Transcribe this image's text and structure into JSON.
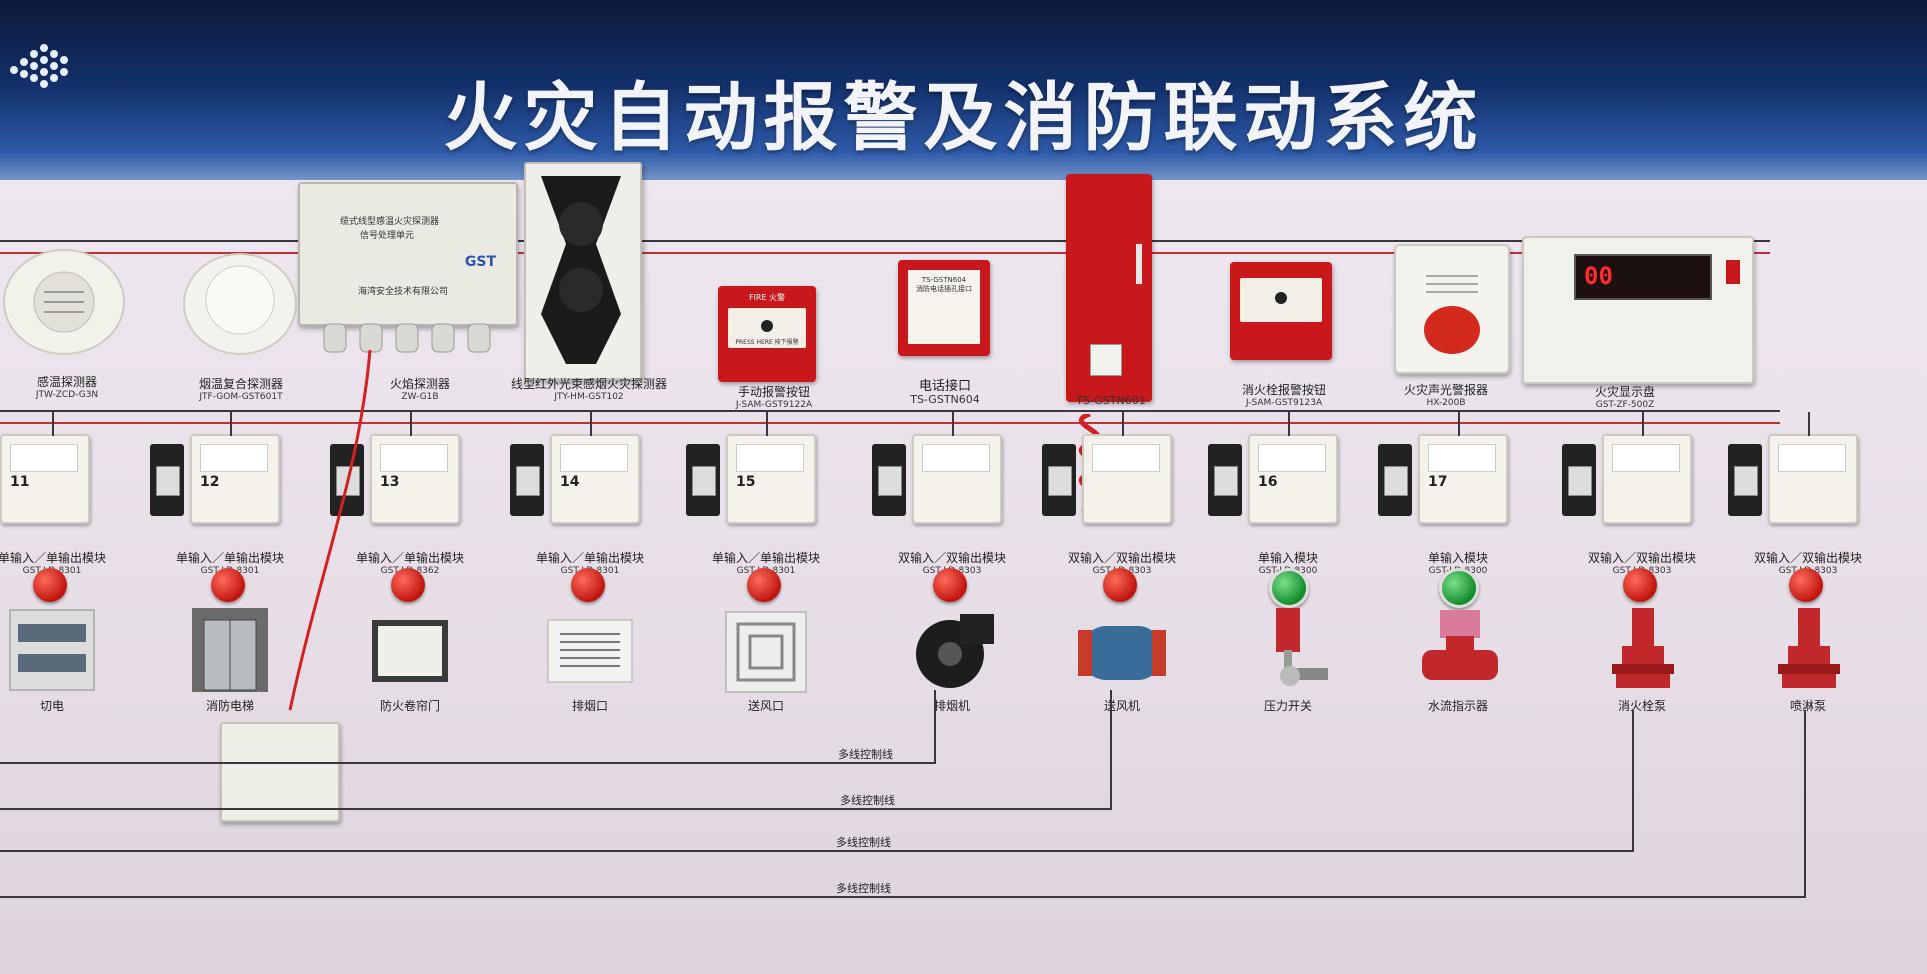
{
  "banner": {
    "title": "火灾自动报警及消防联动系统"
  },
  "top_devices": [
    {
      "name": "感温探测器",
      "model": "JTW-ZCD-G3N"
    },
    {
      "name": "烟温复合探测器",
      "model": "JTF-GOM-GST601T"
    },
    {
      "name": "火焰探测器",
      "model": "ZW-G1B"
    },
    {
      "name": "线型红外光束感烟火灾探测器",
      "model": "JTY-HM-GST102"
    },
    {
      "name": "手动报警按钮",
      "model": "J-SAM-GST9122A"
    },
    {
      "name": "电话接口",
      "model": "TS-GSTN604"
    },
    {
      "name": "",
      "model": "TS-GSTN601"
    },
    {
      "name": "消火栓报警按钮",
      "model": "J-SAM-GST9123A"
    },
    {
      "name": "火灾声光警报器",
      "model": "HX-200B"
    },
    {
      "name": "火灾显示盘",
      "model": "GST-ZF-500Z"
    }
  ],
  "signal_unit": {
    "line1": "缆式线型感温火灾探测器",
    "line2": "信号处理单元",
    "brand": "GST",
    "maker": "海湾安全技术有限公司"
  },
  "button_text": {
    "fire": "FIRE 火警",
    "press": "PRESS HERE 按下报警"
  },
  "phone_iface": {
    "line1": "TS-GSTN604",
    "line2": "消防电话插孔接口"
  },
  "display_panel": {
    "readout": "00"
  },
  "modules": [
    {
      "num": "11",
      "name": "单输入／单输出模块",
      "model": "GST-LD-8301"
    },
    {
      "num": "12",
      "name": "单输入／单输出模块",
      "model": "GST-LD-8301"
    },
    {
      "num": "13",
      "name": "单输入／单输出模块",
      "model": "GST-LD-8362"
    },
    {
      "num": "14",
      "name": "单输入／单输出模块",
      "model": "GST-LD-8301"
    },
    {
      "num": "15",
      "name": "单输入／单输出模块",
      "model": "GST-LD-8301"
    },
    {
      "num": "",
      "name": "双输入／双输出模块",
      "model": "GST-LD-8303"
    },
    {
      "num": "",
      "name": "双输入／双输出模块",
      "model": "GST-LD-8303"
    },
    {
      "num": "16",
      "name": "单输入模块",
      "model": "GST-LD-8300"
    },
    {
      "num": "17",
      "name": "单输入模块",
      "model": "GST-LD-8300"
    },
    {
      "num": "",
      "name": "双输入／双输出模块",
      "model": "GST-LD-8303"
    },
    {
      "num": "",
      "name": "双输入／双输出模块",
      "model": "GST-LD-8303"
    }
  ],
  "equipment": [
    "切电",
    "消防电梯",
    "防火卷帘门",
    "排烟口",
    "送风口",
    "排烟机",
    "送风机",
    "压力开关",
    "水流指示器",
    "消火栓泵",
    "喷淋泵"
  ],
  "control_lines": [
    "多线控制线",
    "多线控制线",
    "多线控制线",
    "多线控制线"
  ],
  "colors": {
    "banner": "#13306a",
    "board": "#e6dde6",
    "device_red": "#c8181c",
    "wire": "#3a3540"
  }
}
